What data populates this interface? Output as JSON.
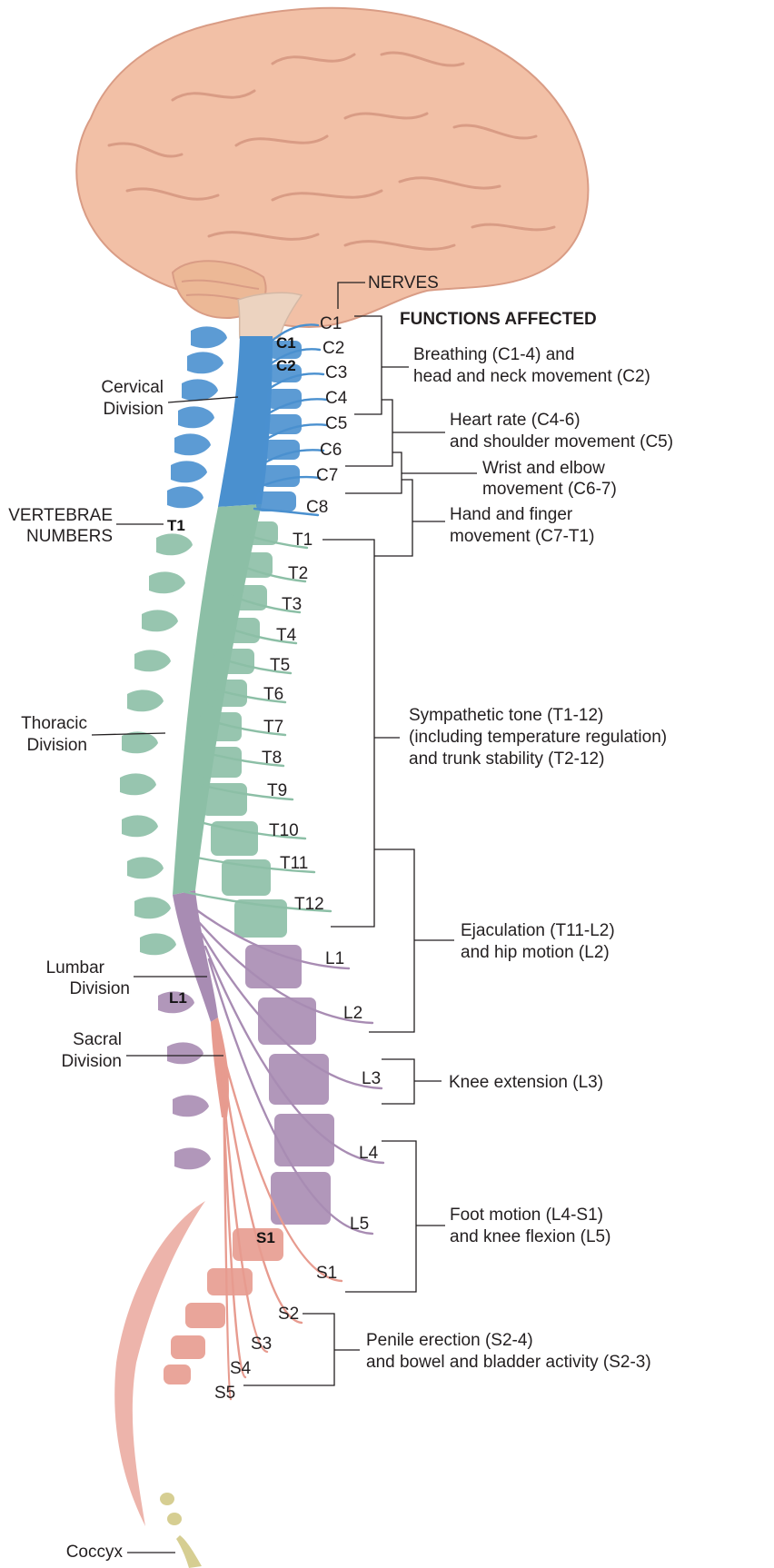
{
  "headers": {
    "nerves": "NERVES",
    "functions": "FUNCTIONS AFFECTED",
    "vertebrae_numbers": [
      "VERTEBRAE",
      "NUMBERS"
    ]
  },
  "divisions": {
    "cervical": [
      "Cervical",
      "Division"
    ],
    "thoracic": [
      "Thoracic",
      "Division"
    ],
    "lumbar": [
      "Lumbar",
      "Division"
    ],
    "sacral": [
      "Sacral",
      "Division"
    ],
    "coccyx": "Coccyx"
  },
  "vertebra_labels": {
    "c1": "C1",
    "c2": "C2",
    "t1": "T1",
    "l1": "L1",
    "s1": "S1"
  },
  "nerves": [
    "C1",
    "C2",
    "C3",
    "C4",
    "C5",
    "C6",
    "C7",
    "C8",
    "T1",
    "T2",
    "T3",
    "T4",
    "T5",
    "T6",
    "T7",
    "T8",
    "T9",
    "T10",
    "T11",
    "T12",
    "L1",
    "L2",
    "L3",
    "L4",
    "L5",
    "S1",
    "S2",
    "S3",
    "S4",
    "S5"
  ],
  "functions": [
    [
      "Breathing (C1-4) and",
      "head and neck movement (C2)"
    ],
    [
      "Heart rate (C4-6)",
      "and shoulder movement (C5)"
    ],
    [
      "Wrist and elbow",
      "movement (C6-7)"
    ],
    [
      "Hand and finger",
      "movement (C7-T1)"
    ],
    [
      "Sympathetic tone (T1-12)",
      "(including temperature regulation)",
      "and trunk stability (T2-12)"
    ],
    [
      "Ejaculation (T11-L2)",
      "and hip motion (L2)"
    ],
    [
      "Knee extension (L3)"
    ],
    [
      "Foot motion (L4-S1)",
      "and knee flexion (L5)"
    ],
    [
      "Penile erection (S2-4)",
      "and bowel and bladder activity (S2-3)"
    ]
  ],
  "colors": {
    "brain": "#f2c0a6",
    "brain_fold": "#d99c85",
    "brainstem": "#ecd3c0",
    "cervical": "#4a90cf",
    "thoracic": "#8cbfa6",
    "lumbar": "#a88cb3",
    "sacral": "#e79b8f",
    "coccyx": "#d6ce92"
  }
}
